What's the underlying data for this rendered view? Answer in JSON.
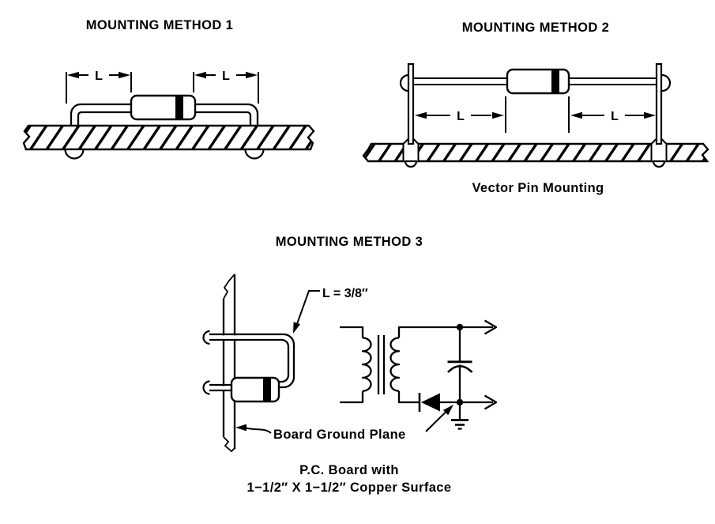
{
  "colors": {
    "background": "#ffffff",
    "line": "#000000"
  },
  "method1": {
    "title": "MOUNTING METHOD 1",
    "dim_left": "L",
    "dim_right": "L"
  },
  "method2": {
    "title": "MOUNTING METHOD 2",
    "dim_left": "L",
    "dim_right": "L",
    "caption": "Vector Pin Mounting"
  },
  "method3": {
    "title": "MOUNTING METHOD 3",
    "lead_length": "L = 3/8″",
    "ground_plane": "Board Ground Plane",
    "caption_line1": "P.C. Board with",
    "caption_line2": "1−1/2″ X 1−1/2″ Copper Surface"
  }
}
